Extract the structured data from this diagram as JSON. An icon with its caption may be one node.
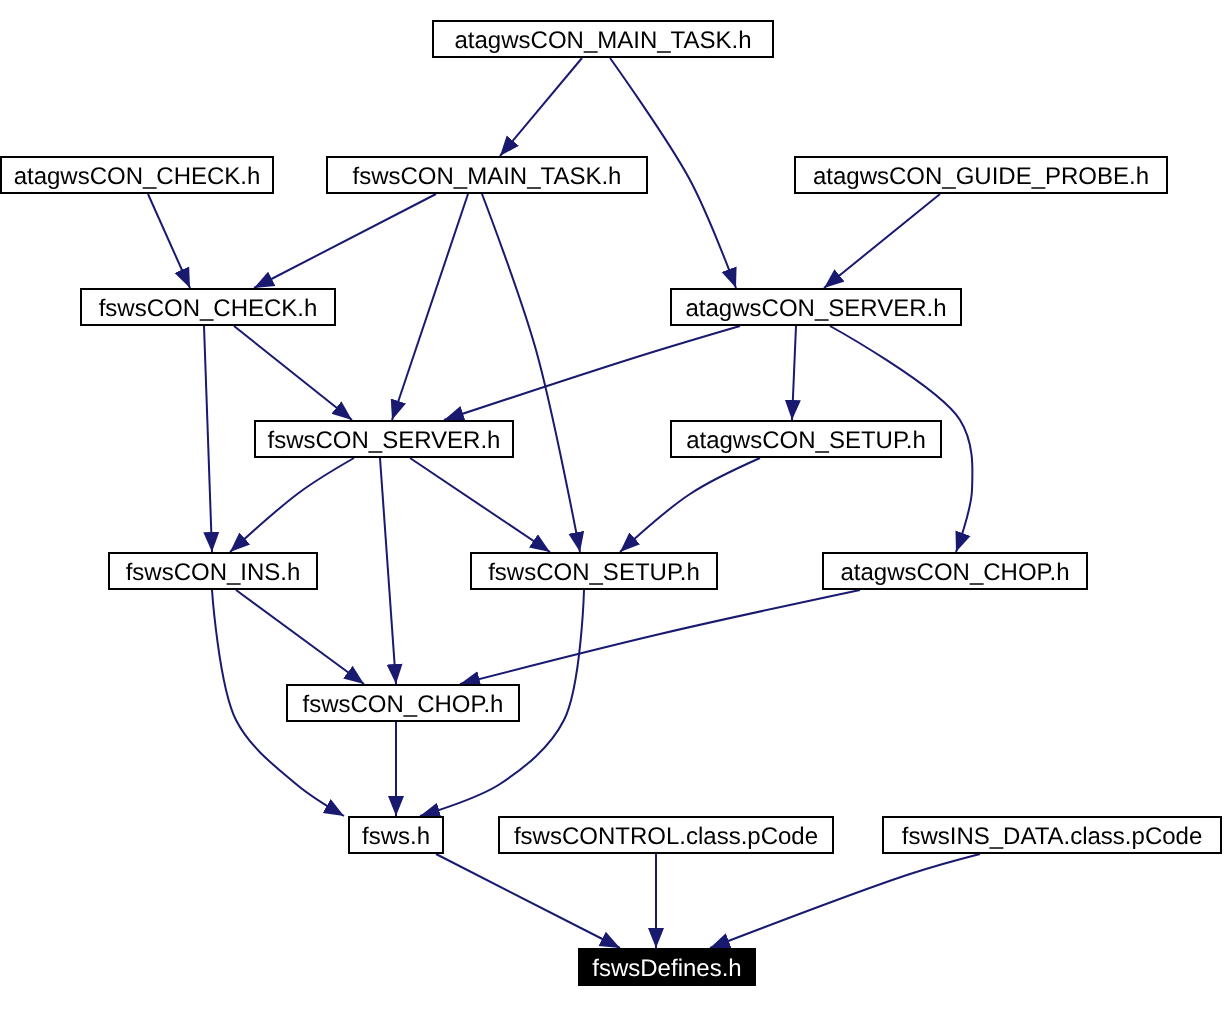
{
  "diagram": {
    "nodes": [
      {
        "text": [
          "atagwsCON_MAIN_TASK.h"
        ]
      },
      {
        "text": [
          "atagwsCON_CHECK.h"
        ]
      },
      {
        "text": [
          "fswsCON_MAIN_TASK.h"
        ]
      },
      {
        "text": [
          "atagwsCON_GUIDE_PROBE.h"
        ]
      },
      {
        "text": [
          "fswsCON_CHECK.h"
        ]
      },
      {
        "text": [
          "atagwsCON_SERVER.h"
        ]
      },
      {
        "text": [
          "fswsCON_SERVER.h"
        ]
      },
      {
        "text": [
          "atagwsCON_SETUP.h"
        ]
      },
      {
        "text": [
          "fswsCON_INS.h"
        ]
      },
      {
        "text": [
          "fswsCON_SETUP.h"
        ]
      },
      {
        "text": [
          "atagwsCON_CHOP.h"
        ]
      },
      {
        "text": [
          "fswsCON_CHOP.h"
        ]
      },
      {
        "text": [
          "fsws.h"
        ]
      },
      {
        "text": [
          "fswsCONTROL.class.pCode"
        ]
      },
      {
        "text": [
          "fswsINS_DATA.class.pCode"
        ]
      },
      {
        "text": [
          "fswsDefines.h"
        ]
      }
    ],
    "edges": [
      {
        "from": 0,
        "to": 2,
        "arrow": "to"
      },
      {
        "from": 0,
        "to": 5,
        "arrow": "to"
      },
      {
        "from": 1,
        "to": 4,
        "arrow": "to"
      },
      {
        "from": 2,
        "to": 4,
        "arrow": "to"
      },
      {
        "from": 2,
        "to": 6,
        "arrow": "to"
      },
      {
        "from": 2,
        "to": 9,
        "arrow": "to"
      },
      {
        "from": 3,
        "to": 5,
        "arrow": "to"
      },
      {
        "from": 4,
        "to": 8,
        "arrow": "to"
      },
      {
        "from": 4,
        "to": 6,
        "arrow": "to"
      },
      {
        "from": 5,
        "to": 6,
        "arrow": "to"
      },
      {
        "from": 5,
        "to": 7,
        "arrow": "to"
      },
      {
        "from": 5,
        "to": 10,
        "arrow": "to"
      },
      {
        "from": 6,
        "to": 8,
        "arrow": "to"
      },
      {
        "from": 6,
        "to": 11,
        "arrow": "to"
      },
      {
        "from": 6,
        "to": 9,
        "arrow": "to"
      },
      {
        "from": 7,
        "to": 9,
        "arrow": "to"
      },
      {
        "from": 8,
        "to": 11,
        "arrow": "to"
      },
      {
        "from": 8,
        "to": 12,
        "arrow": "to"
      },
      {
        "from": 9,
        "to": 12,
        "arrow": "to"
      },
      {
        "from": 10,
        "to": 11,
        "arrow": "to"
      },
      {
        "from": 11,
        "to": 12,
        "arrow": "to"
      },
      {
        "from": 12,
        "to": 15,
        "arrow": "to"
      },
      {
        "from": 13,
        "to": 15,
        "arrow": "to"
      },
      {
        "from": 14,
        "to": 15,
        "arrow": "to"
      }
    ]
  }
}
